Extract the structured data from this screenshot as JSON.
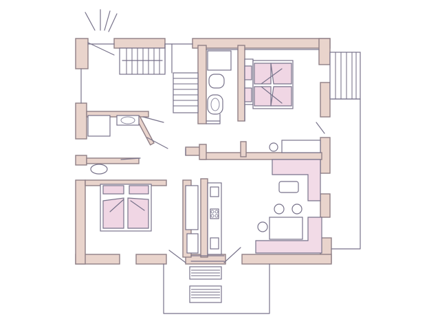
{
  "diagram": {
    "background": "#ffffff",
    "colors": {
      "wall_fill": "#e9d4cc",
      "line": "#77728a",
      "furniture_fill": "#f2dbe7"
    },
    "icons": [
      "staircase",
      "double-bed",
      "bathtub",
      "toilet",
      "sink",
      "kitchen-counter",
      "sofa",
      "dining-table",
      "chair",
      "doormat"
    ]
  }
}
